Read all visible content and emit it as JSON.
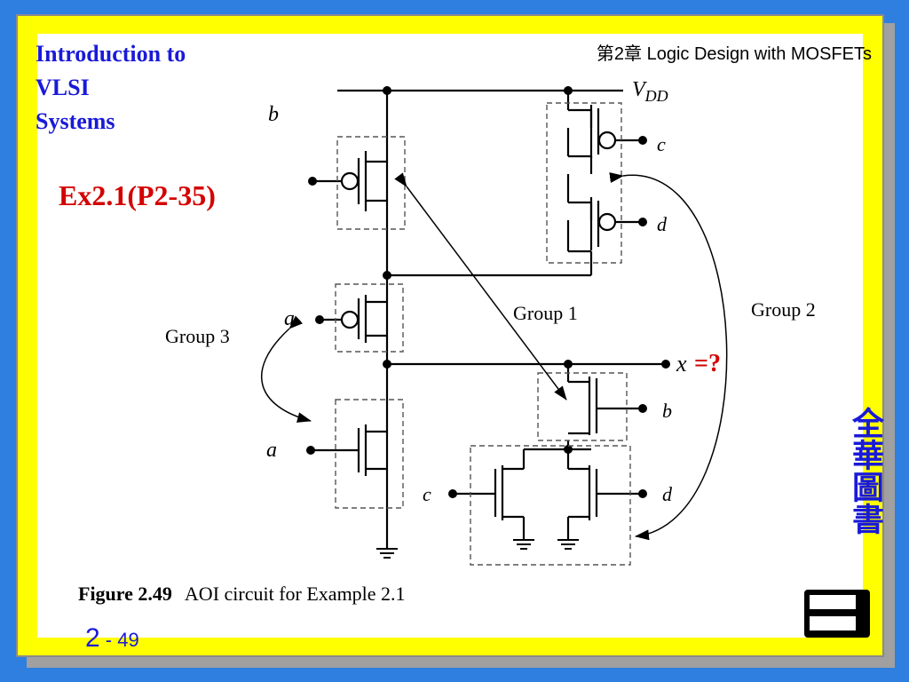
{
  "slide": {
    "title_left": "Introduction to\nVLSI\nSystems",
    "title_right": "第2章 Logic Design with MOSFETs",
    "example_label": "Ex2.1(P2-35)",
    "vertical_text": "全華圖書",
    "page_chapter": "2",
    "page_separator": " - ",
    "page_number": "49"
  },
  "figure": {
    "caption_bold": "Figure 2.49",
    "caption_text": "AOI circuit for Example 2.1",
    "labels": {
      "vdd": "V",
      "vdd_sub": "DD",
      "b_top": "b",
      "c_top": "c",
      "d_top": "d",
      "a_mid": "a",
      "x_out": "x",
      "x_question": "=?",
      "b_bottom": "b",
      "a_bottom": "a",
      "c_bottom": "c",
      "d_bottom": "d",
      "group1": "Group 1",
      "group2": "Group 2",
      "group3": "Group 3"
    }
  },
  "colors": {
    "background": "#2e7fe0",
    "frame": "#ffff00",
    "title_blue": "#1a1ad8",
    "example_red": "#d40000"
  }
}
